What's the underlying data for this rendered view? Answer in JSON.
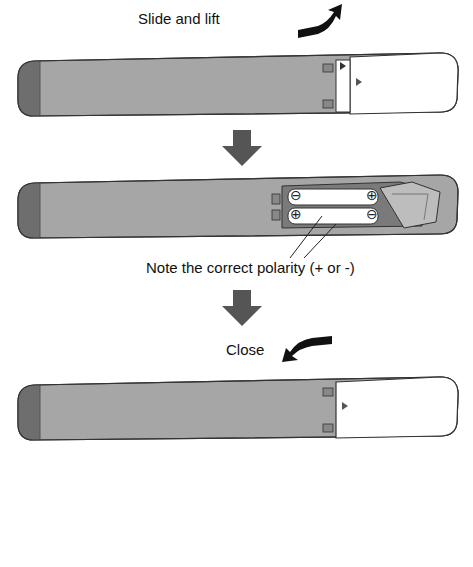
{
  "diagram": {
    "labels": [
      "Slide and lift",
      "⊖",
      "⊕",
      "⊕",
      "⊖",
      "Note the correct polarity (+ or -)",
      "Close"
    ]
  }
}
